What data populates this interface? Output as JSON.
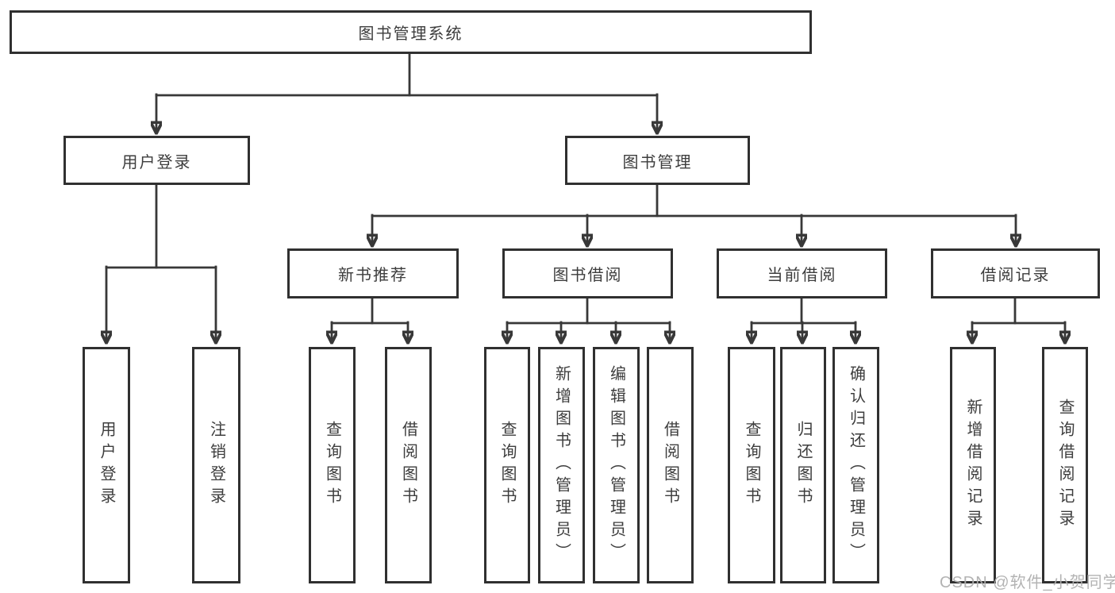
{
  "diagram": {
    "title": "图书管理系统",
    "watermark": "CSDN @软件_小贺同学",
    "colors": {
      "line": "#383838",
      "box_border": "#303030",
      "text": "#3d3d3d",
      "watermark": "#afafaf",
      "background": "#ffffff"
    },
    "nodes": {
      "root": "图书管理系统",
      "user_login": "用户登录",
      "book_mgmt": "图书管理",
      "new_book_rec": "新书推荐",
      "book_borrow": "图书借阅",
      "current_borrow": "当前借阅",
      "borrow_record": "借阅记录",
      "leaf_user_login": "用户登录",
      "leaf_logout": "注销登录",
      "leaf_query_book_1": "查询图书",
      "leaf_borrow_book_1": "借阅图书",
      "leaf_query_book_2": "查询图书",
      "leaf_add_book": "新增图书（管理员）",
      "leaf_edit_book": "编辑图书（管理员）",
      "leaf_borrow_book_2": "借阅图书",
      "leaf_query_book_3": "查询图书",
      "leaf_return_book": "归还图书",
      "leaf_confirm_return": "确认归还（管理员）",
      "leaf_add_record": "新增借阅记录",
      "leaf_query_record": "查询借阅记录"
    }
  }
}
